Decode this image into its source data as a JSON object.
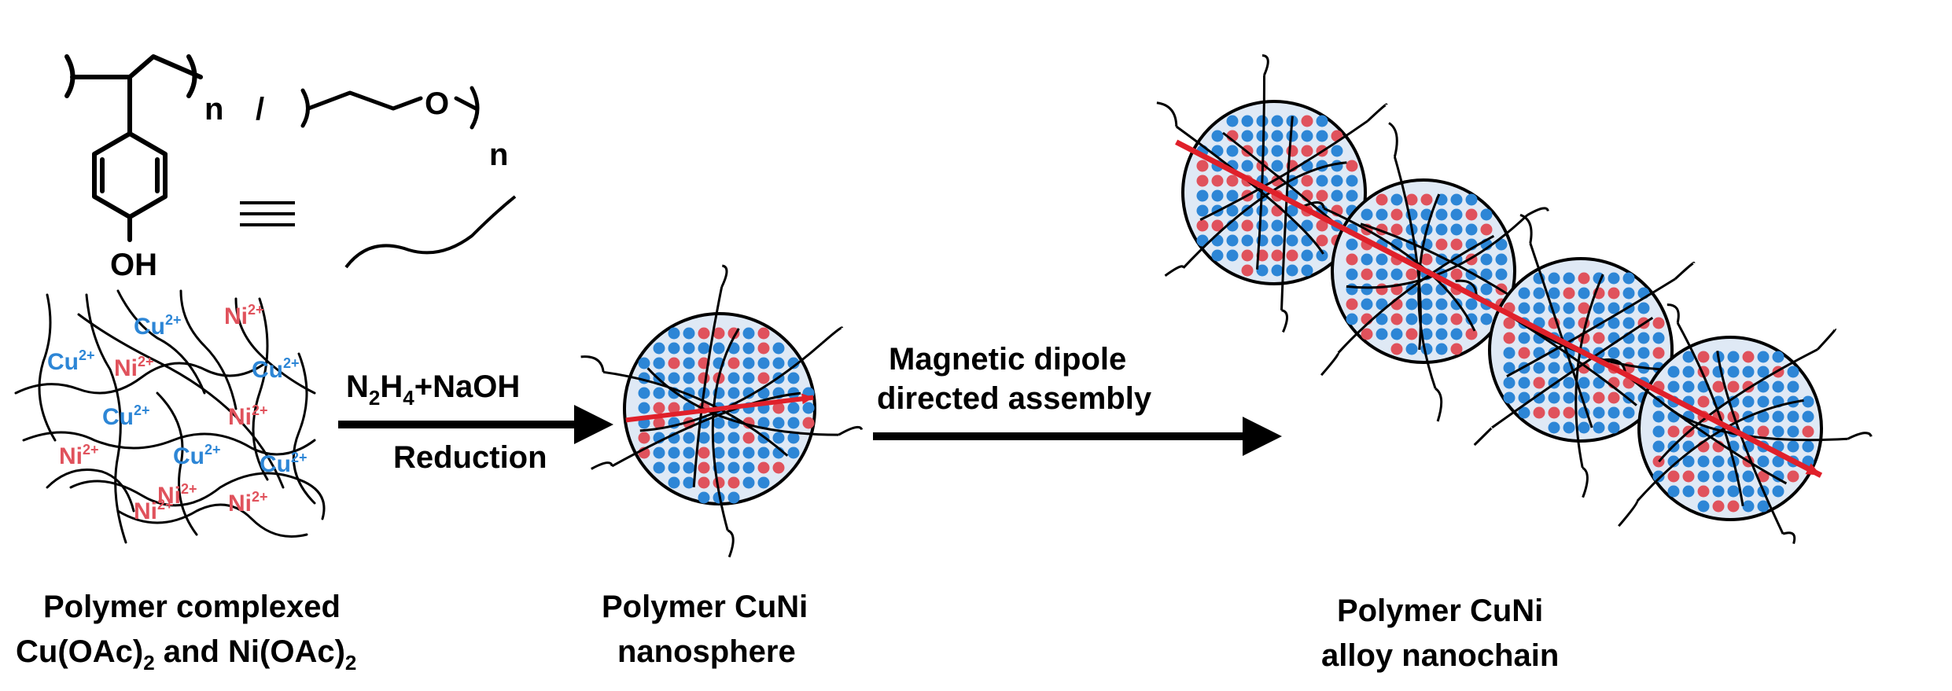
{
  "colors": {
    "cu": "#2d86d6",
    "ni": "#e0525c",
    "line": "#000000",
    "arrow_red": "#e0202a",
    "background": "#ffffff"
  },
  "structure": {
    "subscript_n1": "n",
    "separator": "/",
    "subscript_n2": "n",
    "oxygen": "O",
    "hydroxyl": "OH",
    "equivalent_symbol": "≡"
  },
  "complex": {
    "ions": [
      {
        "text": "Cu",
        "sup": "2+",
        "ion": "cu"
      },
      {
        "text": "Cu",
        "sup": "2+",
        "ion": "cu"
      },
      {
        "text": "Ni",
        "sup": "2+",
        "ion": "ni"
      },
      {
        "text": "Ni",
        "sup": "2+",
        "ion": "ni"
      },
      {
        "text": "Cu",
        "sup": "2+",
        "ion": "cu"
      },
      {
        "text": "Cu",
        "sup": "2+",
        "ion": "cu"
      },
      {
        "text": "Ni",
        "sup": "2+",
        "ion": "ni"
      },
      {
        "text": "Ni",
        "sup": "2+",
        "ion": "ni"
      },
      {
        "text": "Cu",
        "sup": "2+",
        "ion": "cu"
      },
      {
        "text": "Cu",
        "sup": "2+",
        "ion": "cu"
      },
      {
        "text": "Ni",
        "sup": "2+",
        "ion": "ni"
      },
      {
        "text": "Ni",
        "sup": "2+",
        "ion": "ni"
      },
      {
        "text": "Ni",
        "sup": "2+",
        "ion": "ni"
      }
    ],
    "caption_line1": "Polymer complexed",
    "caption_line2_a": "Cu(OAc)",
    "caption_line2_sub1": "2",
    "caption_line2_b": " and Ni(OAc)",
    "caption_line2_sub2": "2"
  },
  "step1": {
    "reagent_a": "N",
    "reagent_sub1": "2",
    "reagent_b": "H",
    "reagent_sub2": "4",
    "reagent_c": "+NaOH",
    "label": "Reduction"
  },
  "nanosphere": {
    "caption_line1": "Polymer CuNi",
    "caption_line2": "nanosphere"
  },
  "step2": {
    "label_line1": "Magnetic dipole",
    "label_line2": "directed assembly"
  },
  "nanochain": {
    "caption_line1": "Polymer CuNi",
    "caption_line2": "alloy nanochain"
  }
}
